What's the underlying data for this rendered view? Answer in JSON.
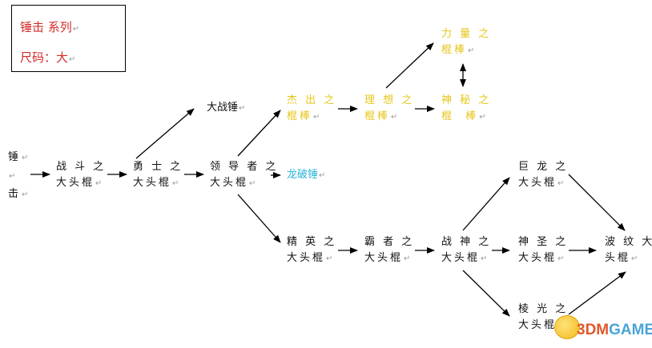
{
  "legend": {
    "series_label": "锤击 系列",
    "size_label": "尺码：大"
  },
  "paragraph_mark": "↵",
  "colors": {
    "legend_text": "#d42a2a",
    "normal_node": "#111111",
    "yellow_node": "#e6c619",
    "cyan_node": "#2bb5d8",
    "arrow": "#000000"
  },
  "nodes": {
    "root": {
      "l1": "锤",
      "l2": "",
      "l3": "击"
    },
    "zhandou": {
      "l1": "战 斗 之",
      "l2": "大头棍"
    },
    "yongshi": {
      "l1": "勇 士 之",
      "l2": "大头棍"
    },
    "dazhanchui": {
      "l1": "大战锤"
    },
    "lingdao": {
      "l1": "领 导 者 之",
      "l2": "大头棍"
    },
    "jiechu": {
      "l1": "杰 出 之",
      "l2": "棍棒"
    },
    "lixiang": {
      "l1": "理 想 之",
      "l2": "棍棒"
    },
    "liliang": {
      "l1": "力 量 之",
      "l2": "棍棒"
    },
    "shenmi": {
      "l1": "神 秘 之",
      "l2": "棍  棒"
    },
    "longpo": {
      "l1": "龙破锤"
    },
    "jingying": {
      "l1": "精 英 之",
      "l2": "大头棍"
    },
    "bazhe": {
      "l1": "霸 者 之",
      "l2": "大头棍"
    },
    "zhanshen": {
      "l1": "战 神 之",
      "l2": "大头棍"
    },
    "julong": {
      "l1": "巨 龙 之",
      "l2": "大头棍"
    },
    "shensheng": {
      "l1": "神 圣 之",
      "l2": "大头棍"
    },
    "lengguang": {
      "l1": "棱 光 之",
      "l2": "大头棍"
    },
    "bowen": {
      "l1": "波 纹 大",
      "l2": "头棍"
    }
  },
  "watermark": {
    "part1": "3DM",
    "part2": "GAME"
  }
}
